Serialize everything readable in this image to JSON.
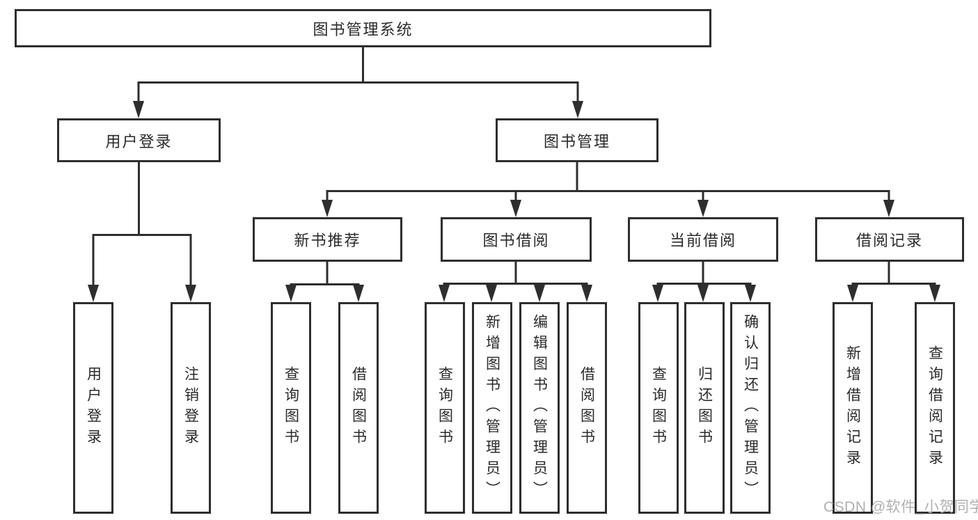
{
  "tree": {
    "label": "图书管理系统",
    "children": [
      {
        "label": "用户登录",
        "children": [
          {
            "label": "用户登录"
          },
          {
            "label": "注销登录"
          }
        ]
      },
      {
        "label": "图书管理",
        "children": [
          {
            "label": "新书推荐",
            "children": [
              {
                "label": "查询图书"
              },
              {
                "label": "借阅图书"
              }
            ]
          },
          {
            "label": "图书借阅",
            "children": [
              {
                "label": "查询图书"
              },
              {
                "label": "新增图书（管理员）"
              },
              {
                "label": "编辑图书（管理员）"
              },
              {
                "label": "借阅图书"
              }
            ]
          },
          {
            "label": "当前借阅",
            "children": [
              {
                "label": "查询图书"
              },
              {
                "label": "归还图书"
              },
              {
                "label": "确认归还（管理员）"
              }
            ]
          },
          {
            "label": "借阅记录",
            "children": [
              {
                "label": "新增借阅记录"
              },
              {
                "label": "查询借阅记录"
              }
            ]
          }
        ]
      }
    ]
  },
  "watermark": "CSDN @软件_小贺同学",
  "colors": {
    "line": "#2e2e2e",
    "text": "#2a2a2a",
    "watermark": "#b0b0b0",
    "bg": "#ffffff"
  }
}
